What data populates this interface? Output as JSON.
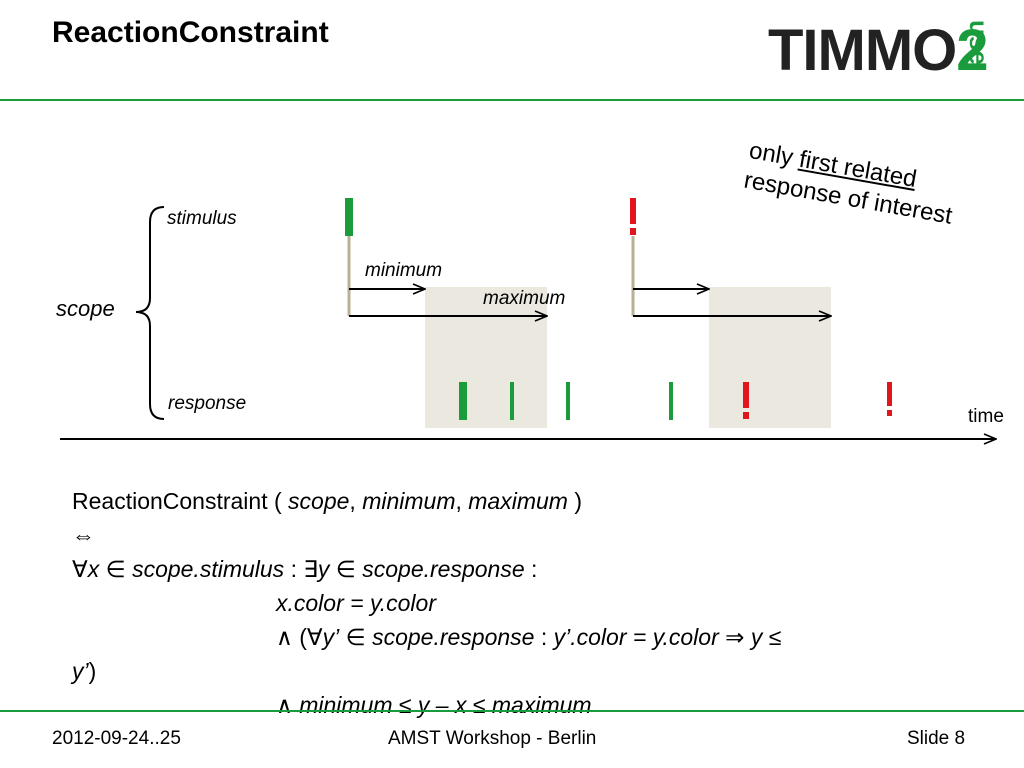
{
  "title": "ReactionConstraint",
  "logo": {
    "main": "TIMMO",
    "two": "2",
    "suffix": "use"
  },
  "diagram": {
    "scope": "scope",
    "stimulus": "stimulus",
    "response": "response",
    "minimum": "minimum",
    "maximum": "maximum",
    "time": "time"
  },
  "note": {
    "line1_pre": "only ",
    "line1_u": "first related",
    "line2": "response of interest"
  },
  "formula": {
    "l1_a": "ReactionConstraint ( ",
    "l1_scope": "scope",
    "l1_c1": ", ",
    "l1_min": "minimum",
    "l1_c2": ", ",
    "l1_max": "maximum",
    "l1_e": " )",
    "l2": "⇔",
    "l3_forall": "∀",
    "l3_x": "x",
    "l3_in": " ∈ ",
    "l3_stim": "scope.stimulus",
    "l3_colon": " : ",
    "l3_exists": "∃",
    "l3_y": "y",
    "l3_in2": " ∈ ",
    "l3_resp": "scope.response",
    "l3_end": " :",
    "l4": "x.color = y.color",
    "l5_and": "∧ (",
    "l5_forall": "∀",
    "l5_yp": "y’",
    "l5_in": " ∈ ",
    "l5_resp": "scope.response",
    "l5_colon": " : ",
    "l5_cond": "y’.color = y.color",
    "l5_imp": " ⇒ ",
    "l5_y": "y",
    "l5_le": " ≤",
    "l6_yp": "y’",
    "l6_close": ")",
    "l7_and": "∧ ",
    "l7_expr": "minimum ≤ y – x ≤ maximum"
  },
  "footer": {
    "date": "2012-09-24..25",
    "center": "AMST Workshop - Berlin",
    "slide": "Slide 8"
  },
  "colors": {
    "accent": "#1a9c3c",
    "red": "#e0161c",
    "box": "#ebe8df",
    "stem": "#b9b096"
  }
}
